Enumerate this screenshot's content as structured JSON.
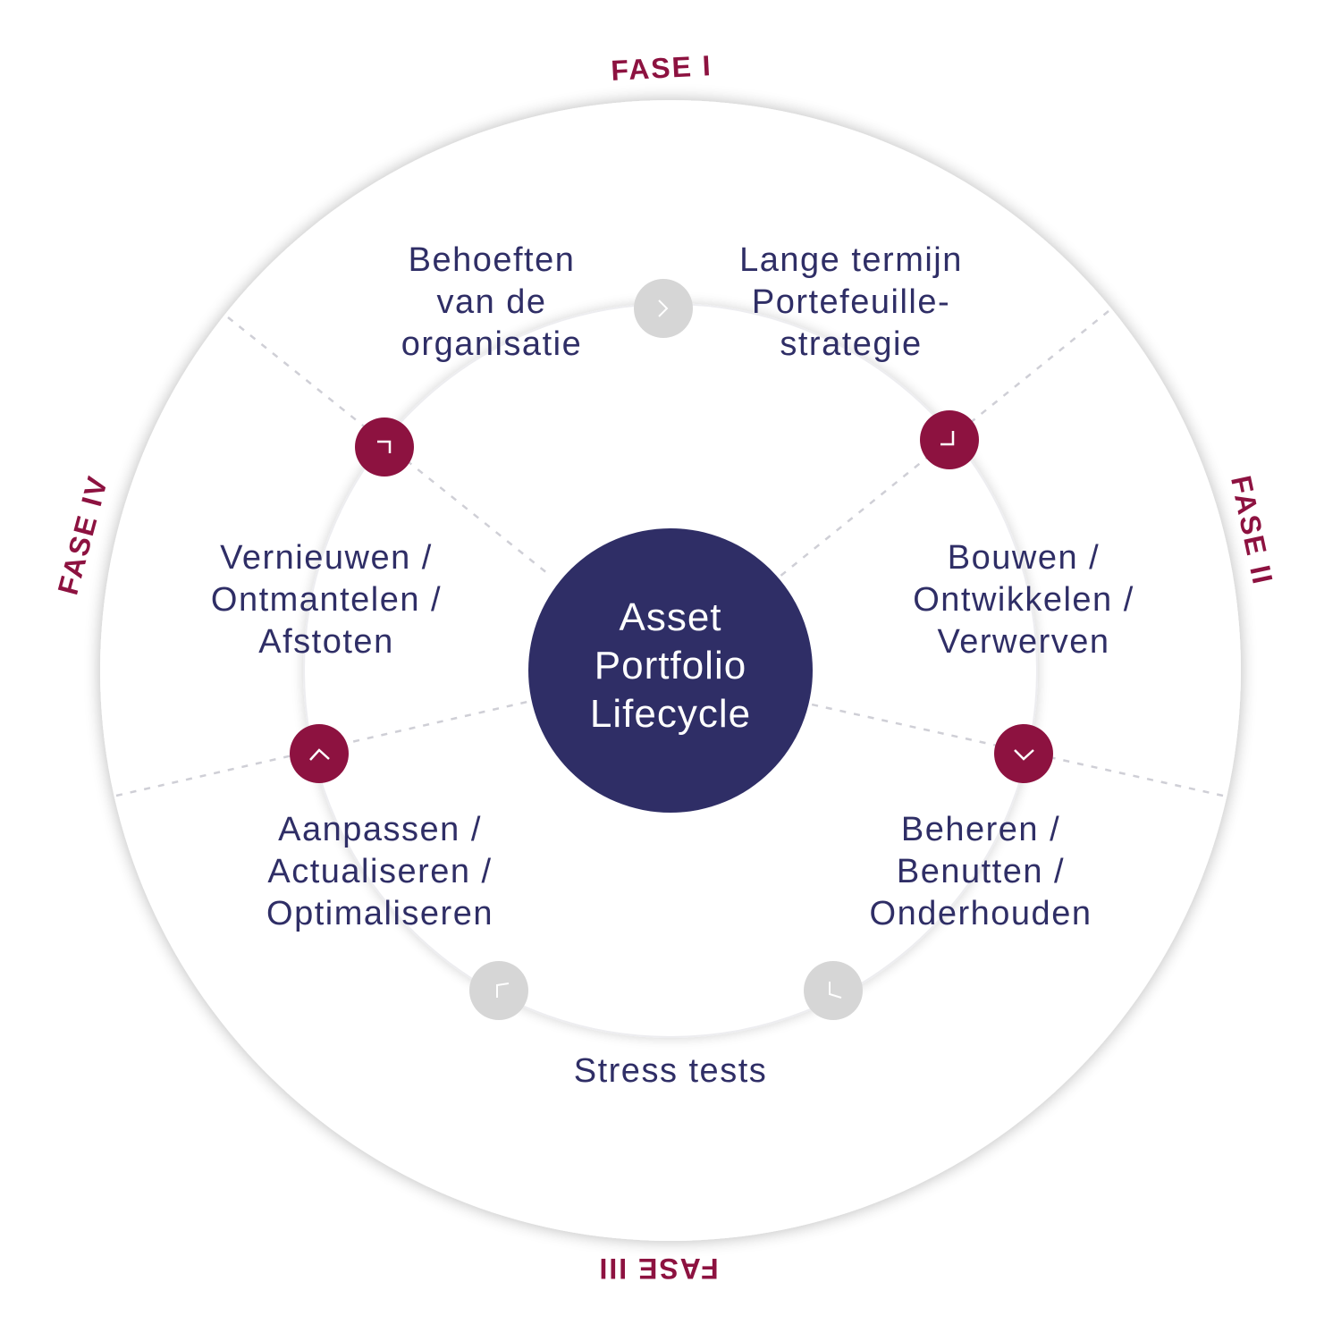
{
  "colors": {
    "accent": "#8d1240",
    "center": "#2f2e66",
    "text": "#2f2e66",
    "inactive_marker": "#d6d6d6",
    "ring_fill": "#ffffff",
    "dashes": "#cfcfd6"
  },
  "center": {
    "label": "Asset\nPortfolio\nLifecycle"
  },
  "phases": [
    {
      "id": "fase-1",
      "label": "FASE I"
    },
    {
      "id": "fase-2",
      "label": "FASE II"
    },
    {
      "id": "fase-3",
      "label": "FASE III"
    },
    {
      "id": "fase-4",
      "label": "FASE IV"
    }
  ],
  "stages": [
    {
      "id": "behoeften",
      "label": "Behoeften\nvan de\norganisatie"
    },
    {
      "id": "lange-termijn",
      "label": "Lange termijn\nPortefeuille-\nstrategie"
    },
    {
      "id": "bouwen",
      "label": "Bouwen /\nOntwikkelen /\nVerwerven"
    },
    {
      "id": "beheren",
      "label": "Beheren /\nBenutten /\nOnderhouden"
    },
    {
      "id": "stress-tests",
      "label": "Stress tests"
    },
    {
      "id": "aanpassen",
      "label": "Aanpassen /\nActualiseren /\nOptimaliseren"
    },
    {
      "id": "vernieuwen",
      "label": "Vernieuwen /\nOntmantelen /\nAfstoten"
    }
  ],
  "markers": [
    {
      "id": "marker-top",
      "style": "inactive",
      "icon": "chevron-right-icon"
    },
    {
      "id": "marker-upper-right",
      "style": "active",
      "icon": "corner-arrow-icon"
    },
    {
      "id": "marker-right",
      "style": "active",
      "icon": "chevron-down-icon"
    },
    {
      "id": "marker-lower-right",
      "style": "inactive",
      "icon": "corner-arrow-icon"
    },
    {
      "id": "marker-lower-left",
      "style": "inactive",
      "icon": "corner-arrow-icon"
    },
    {
      "id": "marker-left",
      "style": "active",
      "icon": "chevron-up-icon"
    },
    {
      "id": "marker-upper-left",
      "style": "active",
      "icon": "corner-arrow-icon"
    }
  ]
}
